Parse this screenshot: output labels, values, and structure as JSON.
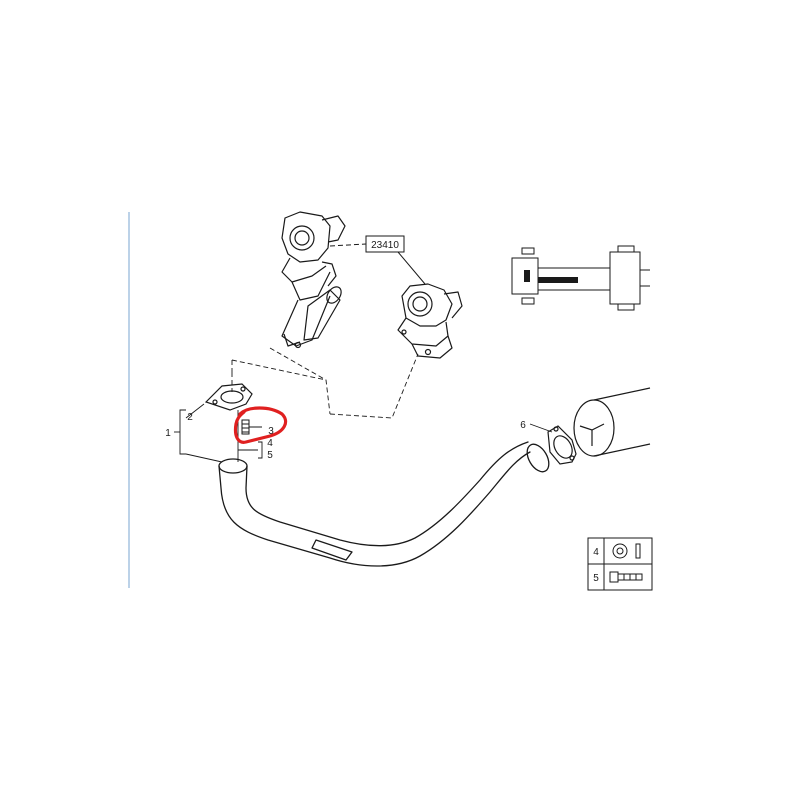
{
  "reference_label": "23410",
  "callouts": {
    "c1": "1",
    "c2": "2",
    "c3": "3",
    "c4": "4",
    "c5": "5",
    "c6": "6"
  },
  "legend": {
    "rows": [
      {
        "number": "4",
        "icon": "washer-icon"
      },
      {
        "number": "5",
        "icon": "bolt-icon"
      }
    ]
  },
  "highlight": {
    "target_callout": "3",
    "color": "#e02020"
  },
  "colors": {
    "line": "#1a1a1a",
    "margin_rule": "#8fb4d9",
    "highlight": "#e02020"
  }
}
